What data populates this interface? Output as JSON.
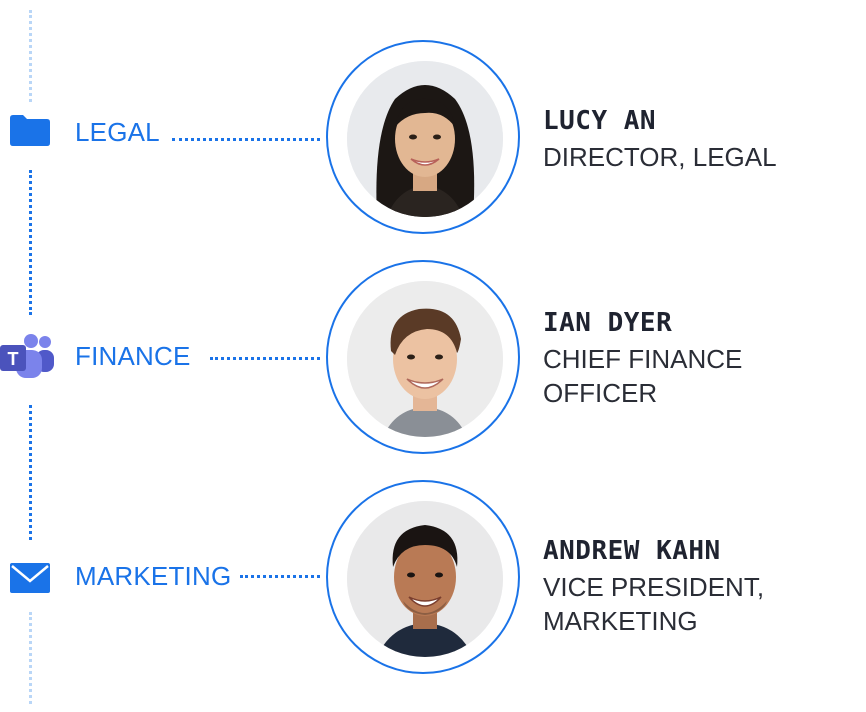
{
  "colors": {
    "accent": "#1a73e8",
    "accent_faded": "#b9d6f7",
    "name_text": "#1f2330",
    "title_text": "#2a2d36",
    "teams_purple": "#5059c9"
  },
  "entries": [
    {
      "department": "LEGAL",
      "icon": "folder-icon",
      "name": "LUCY AN",
      "title_line1": "DIRECTOR, LEGAL",
      "title_line2": ""
    },
    {
      "department": "FINANCE",
      "icon": "teams-icon",
      "icon_letter": "T",
      "name": "IAN DYER",
      "title_line1": "CHIEF FINANCE",
      "title_line2": "OFFICER"
    },
    {
      "department": "MARKETING",
      "icon": "mail-icon",
      "name": "ANDREW KAHN",
      "title_line1": "VICE PRESIDENT,",
      "title_line2": "MARKETING"
    }
  ]
}
